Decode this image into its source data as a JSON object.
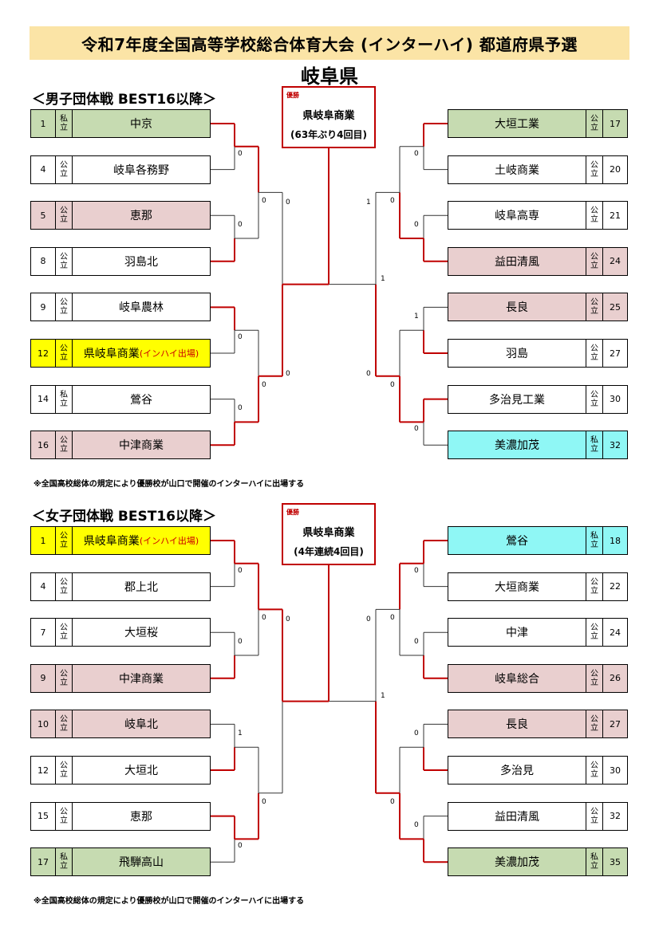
{
  "header": {
    "title": "令和7年度全国高等学校総合体育大会 (インターハイ) 都道府県予選",
    "prefecture": "岐阜県"
  },
  "colors": {
    "win_line": "#c00000",
    "lose_line": "#333333",
    "green": "#c6dbb1",
    "pink": "#e9cfcf",
    "yellow": "#ffff00",
    "cyan": "#8ff7f5"
  },
  "boys": {
    "title": "＜男子団体戦 BEST16以降＞",
    "champion": {
      "label": "優勝",
      "name": "県岐阜商業",
      "sub": "(63年ぶり4回目)"
    },
    "left": [
      {
        "seed": "1",
        "type": [
          "私",
          "立"
        ],
        "name": "中京",
        "note": "",
        "color": "green"
      },
      {
        "seed": "4",
        "type": [
          "公",
          "立"
        ],
        "name": "岐阜各務野",
        "note": "",
        "color": "white"
      },
      {
        "seed": "5",
        "type": [
          "公",
          "立"
        ],
        "name": "恵那",
        "note": "",
        "color": "pink"
      },
      {
        "seed": "8",
        "type": [
          "公",
          "立"
        ],
        "name": "羽島北",
        "note": "",
        "color": "white"
      },
      {
        "seed": "9",
        "type": [
          "公",
          "立"
        ],
        "name": "岐阜農林",
        "note": "",
        "color": "white"
      },
      {
        "seed": "12",
        "type": [
          "公",
          "立"
        ],
        "name": "県岐阜商業",
        "note": "(インハイ出場)",
        "color": "yellow"
      },
      {
        "seed": "14",
        "type": [
          "私",
          "立"
        ],
        "name": "鶯谷",
        "note": "",
        "color": "white"
      },
      {
        "seed": "16",
        "type": [
          "公",
          "立"
        ],
        "name": "中津商業",
        "note": "",
        "color": "pink"
      }
    ],
    "right": [
      {
        "seed": "17",
        "type": [
          "公",
          "立"
        ],
        "name": "大垣工業",
        "color": "green"
      },
      {
        "seed": "20",
        "type": [
          "公",
          "立"
        ],
        "name": "土岐商業",
        "color": "white"
      },
      {
        "seed": "21",
        "type": [
          "公",
          "立"
        ],
        "name": "岐阜高専",
        "color": "white"
      },
      {
        "seed": "24",
        "type": [
          "公",
          "立"
        ],
        "name": "益田清風",
        "color": "pink"
      },
      {
        "seed": "25",
        "type": [
          "公",
          "立"
        ],
        "name": "長良",
        "color": "pink"
      },
      {
        "seed": "27",
        "type": [
          "公",
          "立"
        ],
        "name": "羽島",
        "color": "white"
      },
      {
        "seed": "30",
        "type": [
          "公",
          "立"
        ],
        "name": "多治見工業",
        "color": "white"
      },
      {
        "seed": "32",
        "type": [
          "私",
          "立"
        ],
        "name": "美濃加茂",
        "color": "cyan"
      }
    ],
    "scores": {
      "L1": [
        "0",
        "0",
        "0",
        "0"
      ],
      "L2": [
        "0",
        "0"
      ],
      "L3": [
        "0"
      ],
      "R1": [
        "0",
        "0",
        "1",
        "0"
      ],
      "R2": [
        "0",
        "0"
      ],
      "R3": [
        "1"
      ],
      "center": [
        "0",
        "0",
        "1"
      ]
    },
    "footnote": "※全国高校総体の規定により優勝校が山口で開催のインターハイに出場する"
  },
  "girls": {
    "title": "＜女子団体戦 BEST16以降＞",
    "champion": {
      "label": "優勝",
      "name": "県岐阜商業",
      "sub": "(4年連続4回目)"
    },
    "left": [
      {
        "seed": "1",
        "type": [
          "公",
          "立"
        ],
        "name": "県岐阜商業",
        "note": "(インハイ出場)",
        "color": "yellow"
      },
      {
        "seed": "4",
        "type": [
          "公",
          "立"
        ],
        "name": "郡上北",
        "note": "",
        "color": "white"
      },
      {
        "seed": "7",
        "type": [
          "公",
          "立"
        ],
        "name": "大垣桜",
        "note": "",
        "color": "white"
      },
      {
        "seed": "9",
        "type": [
          "公",
          "立"
        ],
        "name": "中津商業",
        "note": "",
        "color": "pink"
      },
      {
        "seed": "10",
        "type": [
          "公",
          "立"
        ],
        "name": "岐阜北",
        "note": "",
        "color": "pink"
      },
      {
        "seed": "12",
        "type": [
          "公",
          "立"
        ],
        "name": "大垣北",
        "note": "",
        "color": "white"
      },
      {
        "seed": "15",
        "type": [
          "公",
          "立"
        ],
        "name": "恵那",
        "note": "",
        "color": "white"
      },
      {
        "seed": "17",
        "type": [
          "私",
          "立"
        ],
        "name": "飛騨高山",
        "note": "",
        "color": "green"
      }
    ],
    "right": [
      {
        "seed": "18",
        "type": [
          "私",
          "立"
        ],
        "name": "鶯谷",
        "color": "cyan"
      },
      {
        "seed": "22",
        "type": [
          "公",
          "立"
        ],
        "name": "大垣商業",
        "color": "white"
      },
      {
        "seed": "24",
        "type": [
          "公",
          "立"
        ],
        "name": "中津",
        "color": "white"
      },
      {
        "seed": "26",
        "type": [
          "公",
          "立"
        ],
        "name": "岐阜総合",
        "color": "pink"
      },
      {
        "seed": "27",
        "type": [
          "公",
          "立"
        ],
        "name": "長良",
        "color": "pink"
      },
      {
        "seed": "30",
        "type": [
          "公",
          "立"
        ],
        "name": "多治見",
        "color": "white"
      },
      {
        "seed": "32",
        "type": [
          "公",
          "立"
        ],
        "name": "益田清風",
        "color": "white"
      },
      {
        "seed": "35",
        "type": [
          "私",
          "立"
        ],
        "name": "美濃加茂",
        "color": "green"
      }
    ],
    "scores": {
      "L1": [
        "0",
        "0",
        "1",
        "0"
      ],
      "L2": [
        "0",
        "0"
      ],
      "L3": [
        "0"
      ],
      "R1": [
        "0",
        "0",
        "0",
        "0"
      ],
      "R2": [
        "0",
        "0"
      ],
      "R3": [
        "0"
      ],
      "center": [
        "1"
      ]
    },
    "footnote": "※全国高校総体の規定により優勝校が山口で開催のインターハイに出場する"
  }
}
